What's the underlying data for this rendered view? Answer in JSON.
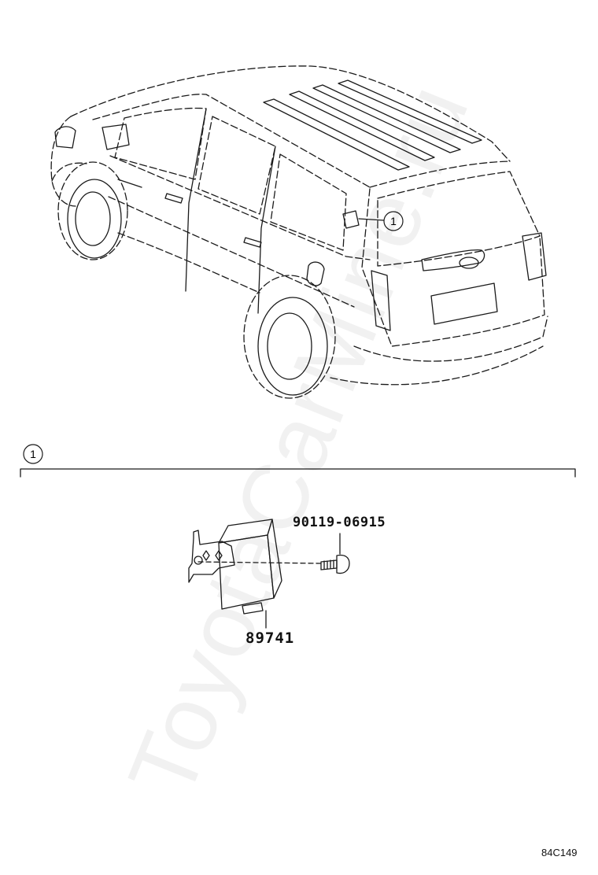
{
  "callouts": {
    "vehicle_callout": "1",
    "section_callout": "1"
  },
  "parts": {
    "screw_part_number": "90119-06915",
    "module_part_number": "89741"
  },
  "figure_code": "84C149",
  "watermark": "ToyotaCarMine.ru",
  "colors": {
    "line": "#1a1a1a",
    "background": "#ffffff"
  }
}
